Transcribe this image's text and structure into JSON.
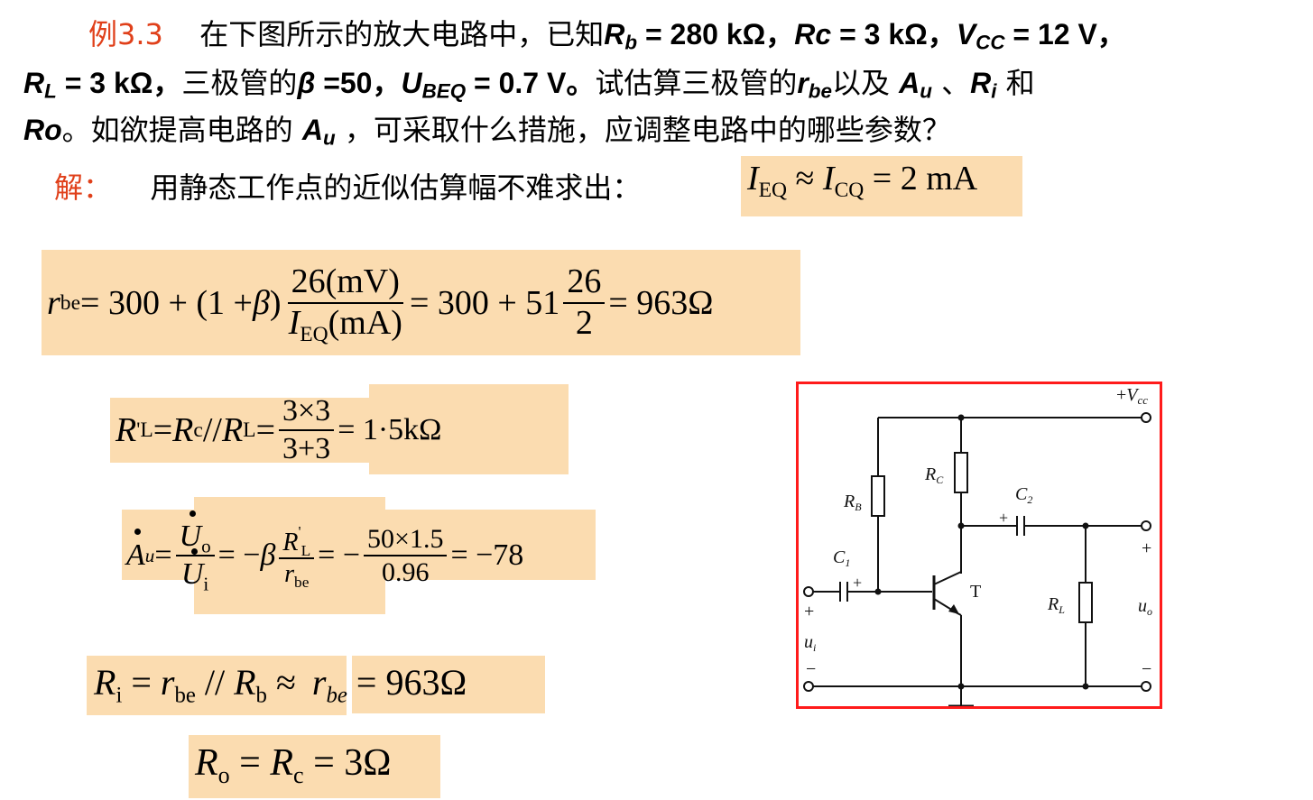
{
  "problem": {
    "example_label": "例3.3",
    "seg1": "在下图所示的放大电路中，已知",
    "rb_sym": "R",
    "rb_sub": "b",
    "rb_val": " = 280 kΩ，",
    "rc_sym": "Rc",
    "rc_val": " = 3 kΩ，",
    "vcc_sym": "V",
    "vcc_sub": "CC",
    "vcc_val": " = 12 V，",
    "rl_sym": "R",
    "rl_sub": "L",
    "rl_val": " = 3 kΩ，",
    "seg2": "三极管的",
    "beta_sym": "β",
    "beta_val": " =50，",
    "ubeq_sym": "U",
    "ubeq_sub": "BEQ",
    "ubeq_val": " = 0.7 V。",
    "seg3": "试估算三极管的",
    "rbe_sym": "r",
    "rbe_sub": "be",
    "seg4": "以及 ",
    "au_sym": "A",
    "au_sub": "u",
    "seg5": " 、",
    "ri_sym": "R",
    "ri_sub": "i",
    "seg6": " 和",
    "ro_sym": "Ro",
    "seg7": "。如欲提高电路的 ",
    "au2_sym": "A",
    "au2_sub": "u",
    "seg8": " ，可采取什么措施，应调整电路中的哪些参数？"
  },
  "solution": {
    "label": "解：",
    "text": "用静态工作点的近似估算幅不难求出："
  },
  "equations": {
    "ieq": {
      "I": "I",
      "eq_sub": "EQ",
      "approx": " ≈ ",
      "I2": "I",
      "cq_sub": "CQ",
      "rhs": " = 2 mA"
    },
    "rbe": {
      "r": "r",
      "sub": "be",
      "part1": " = 300 + (1 + ",
      "beta": "β",
      "part2": ")",
      "num": "26(mV)",
      "den_I": "I",
      "den_sub": "EQ",
      "den_unit": "(mA)",
      "part3": " = 300 + 51",
      "num2": "26",
      "den2": "2",
      "result": " = 963Ω"
    },
    "rl": {
      "R": "R",
      "sup": "'",
      "sub": "L",
      "eq": " = ",
      "Rc": "R",
      "c_sub": "c",
      "par": " // ",
      "Rl": "R",
      "l_sub": "L",
      "eq2": " = ",
      "num": "3×3",
      "den": "3+3",
      "result": " = 1·5kΩ"
    },
    "au": {
      "A": "A",
      "sub": "u",
      "eq": " = ",
      "num_U": "U",
      "num_sub": "o",
      "den_U": "U",
      "den_sub": "i",
      "eq2": " = −",
      "beta": "β",
      "frac2_num_R": "R",
      "frac2_num_sup": "'",
      "frac2_num_sub": "L",
      "frac2_den_r": "r",
      "frac2_den_sub": "be",
      "eq3": " = −",
      "num3": "50×1.5",
      "den3": "0.96",
      "result": " = −78"
    },
    "ri": {
      "R": "R",
      "sub": "i",
      "eq": " = ",
      "r": "r",
      "rsub": "be",
      "par": " // ",
      "Rb": "R",
      "bsub": "b",
      "approx": " ≈ ",
      "r2": "r",
      "r2sub": "be",
      "result": " = 963Ω"
    },
    "ro": {
      "R": "R",
      "sub": "o",
      "eq": " = ",
      "Rc": "R",
      "csub": "c",
      "result": " = 3Ω"
    }
  },
  "circuit": {
    "vcc_plus": "+",
    "vcc_V": "V",
    "vcc_sub": "cc",
    "rc_R": "R",
    "rc_sub": "C",
    "rb_R": "R",
    "rb_sub": "B",
    "c2_C": "C",
    "c2_sub": "2",
    "c2_plus": "+",
    "c1_C": "C",
    "c1_sub": "1",
    "c1_plus": "+",
    "t_label": "T",
    "rl_R": "R",
    "rl_sub": "L",
    "in_plus": "+",
    "ui_u": "u",
    "ui_sub": "i",
    "in_minus": "−",
    "out_plus": "+",
    "uo_u": "u",
    "uo_sub": "o",
    "out_minus": "−"
  }
}
